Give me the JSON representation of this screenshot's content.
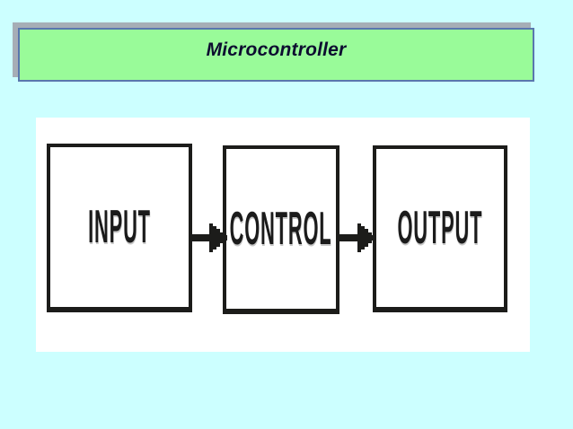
{
  "slide": {
    "title": "Microcontroller",
    "background_color": "#CCFFFF",
    "title_fill_color": "#99FB99",
    "title_border_color": "#5977AE",
    "title_shadow_color": "#A6AEB6",
    "title_text_color": "#0D0D30"
  },
  "diagram": {
    "type": "block-diagram",
    "panel_background": "#FFFFFF",
    "ink_color": "#1C1C1A",
    "nodes": [
      {
        "id": "input",
        "label": "INPUT"
      },
      {
        "id": "control",
        "label": "CONTROL"
      },
      {
        "id": "output",
        "label": "OUTPUT"
      }
    ],
    "edges": [
      {
        "from": "INPUT",
        "to": "CONTROL",
        "style": "thick-right-arrow"
      },
      {
        "from": "CONTROL",
        "to": "OUTPUT",
        "style": "thick-right-arrow"
      }
    ]
  }
}
